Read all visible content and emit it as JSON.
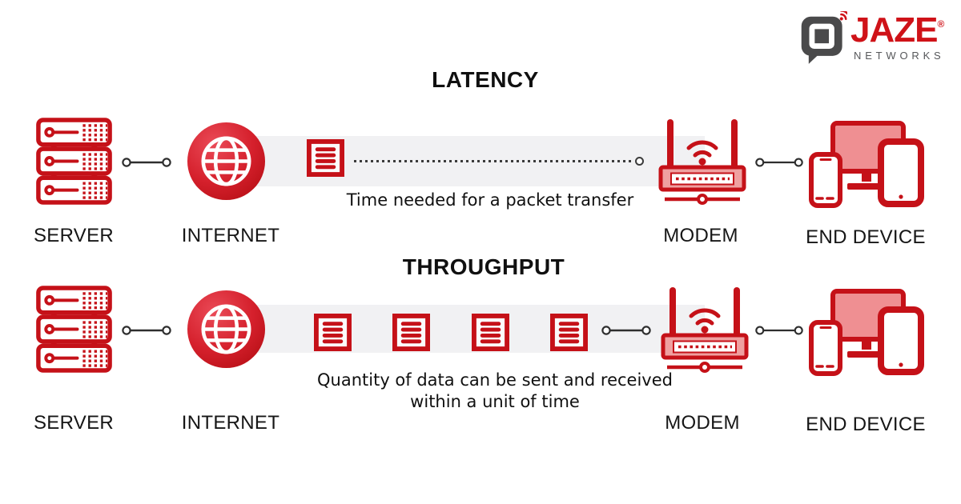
{
  "logo": {
    "brand": "JAZE",
    "registered": "®",
    "subtitle": "NETWORKS",
    "icon": "speech-bubble-wifi-icon",
    "brand_color": "#cf1218",
    "bubble_color": "#4a4a4b"
  },
  "sections": [
    {
      "title": "LATENCY",
      "caption_lines": [
        "Time needed for a packet transfer"
      ],
      "packet_count": 1,
      "flow_style": "single-packet-dotted-line",
      "nodes": {
        "server": {
          "label": "SERVER",
          "icon": "server-rack-icon"
        },
        "internet": {
          "label": "INTERNET",
          "icon": "globe-icon"
        },
        "modem": {
          "label": "MODEM",
          "icon": "wifi-router-icon"
        },
        "end_device": {
          "label": "END DEVICE",
          "icon": "devices-icon"
        }
      }
    },
    {
      "title": "THROUGHPUT",
      "caption_lines": [
        "Quantity of data can be sent and received",
        "within a unit of time"
      ],
      "packet_count": 4,
      "flow_style": "multiple-packets",
      "nodes": {
        "server": {
          "label": "SERVER",
          "icon": "server-rack-icon"
        },
        "internet": {
          "label": "INTERNET",
          "icon": "globe-icon"
        },
        "modem": {
          "label": "MODEM",
          "icon": "wifi-router-icon"
        },
        "end_device": {
          "label": "END DEVICE",
          "icon": "devices-icon"
        }
      }
    }
  ],
  "colors": {
    "accent_red": "#c51118",
    "fill_pink": "#ef9a9a",
    "band_gray": "#f1f1f3",
    "connector": "#2e2e2e",
    "text": "#111111"
  }
}
